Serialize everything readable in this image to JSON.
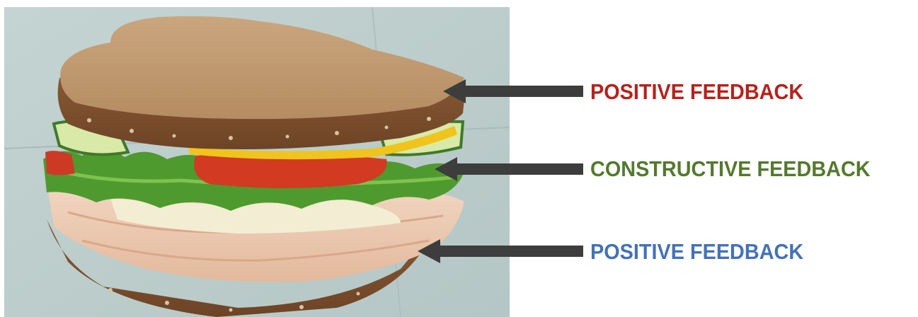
{
  "layers": [
    {
      "label": "POSITIVE FEEDBACK",
      "color": "#b5221c",
      "points_to": "top-bread-slice"
    },
    {
      "label": "CONSTRUCTIVE FEEDBACK",
      "color": "#54792f",
      "points_to": "lettuce-and-tomato-filling"
    },
    {
      "label": "POSITIVE FEEDBACK",
      "color": "#4472b8",
      "points_to": "bottom-bread-slice"
    }
  ],
  "arrow_color": "#3d3d3d",
  "background_color": "#ffffff"
}
